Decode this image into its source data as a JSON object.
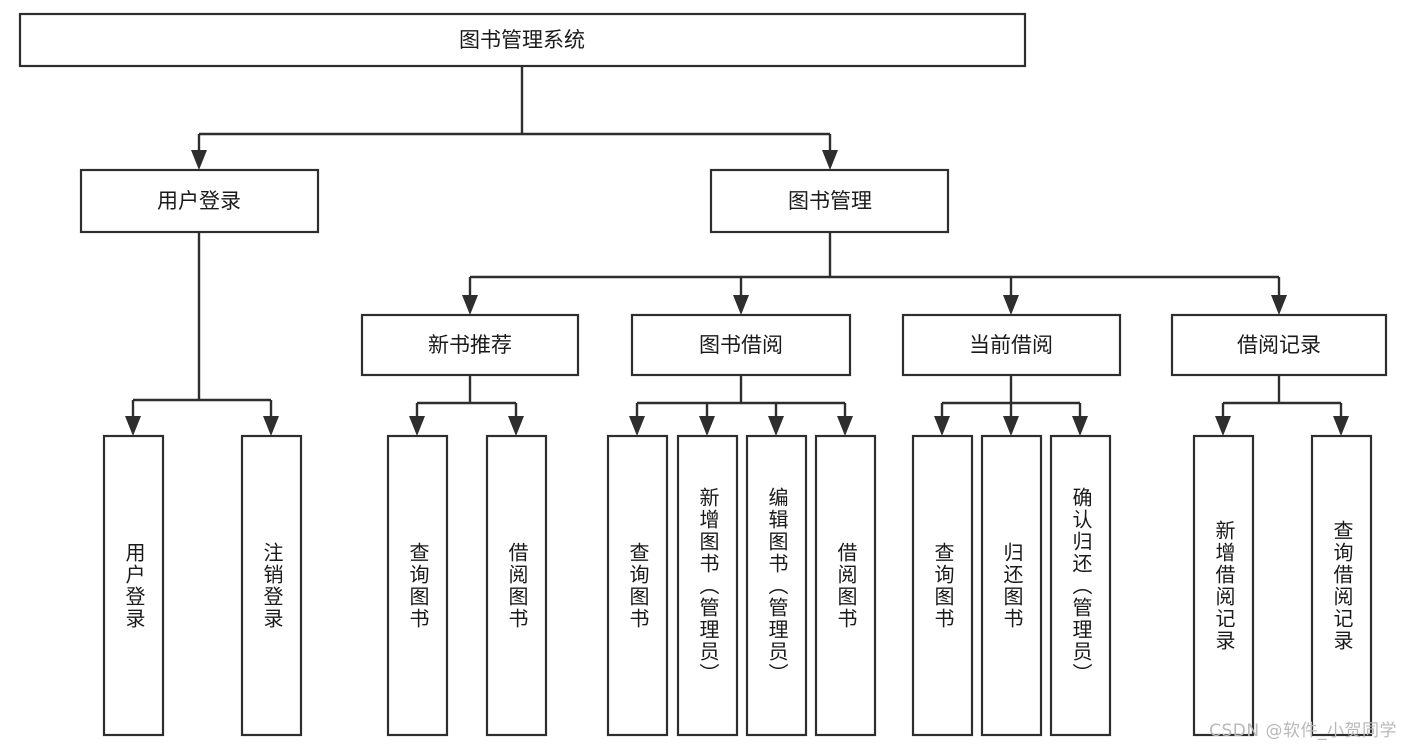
{
  "diagram": {
    "title": "图书管理系统",
    "type": "tree-hierarchy",
    "root": {
      "label": "图书管理系统"
    },
    "level2": [
      {
        "label": "用户登录"
      },
      {
        "label": "图书管理"
      }
    ],
    "level3": [
      {
        "label": "新书推荐"
      },
      {
        "label": "图书借阅"
      },
      {
        "label": "当前借阅"
      },
      {
        "label": "借阅记录"
      }
    ],
    "leaves": {
      "user_login": [
        {
          "label": "用户登录"
        },
        {
          "label": "注销登录"
        }
      ],
      "new_book_recommend": [
        {
          "label": "查询图书"
        },
        {
          "label": "借阅图书"
        }
      ],
      "book_borrow": [
        {
          "label": "查询图书"
        },
        {
          "label": "新增图书（管理员）"
        },
        {
          "label": "编辑图书（管理员）"
        },
        {
          "label": "借阅图书"
        }
      ],
      "current_borrow": [
        {
          "label": "查询图书"
        },
        {
          "label": "归还图书"
        },
        {
          "label": "确认归还（管理员）"
        }
      ],
      "borrow_record": [
        {
          "label": "新增借阅记录"
        },
        {
          "label": "查询借阅记录"
        }
      ]
    }
  },
  "watermark": {
    "text": "CSDN @软件_小贺同学"
  },
  "colors": {
    "stroke": "#2e2e2e",
    "fill": "#ffffff",
    "text": "#1a1a1a",
    "watermark": "#b9b9b9"
  }
}
